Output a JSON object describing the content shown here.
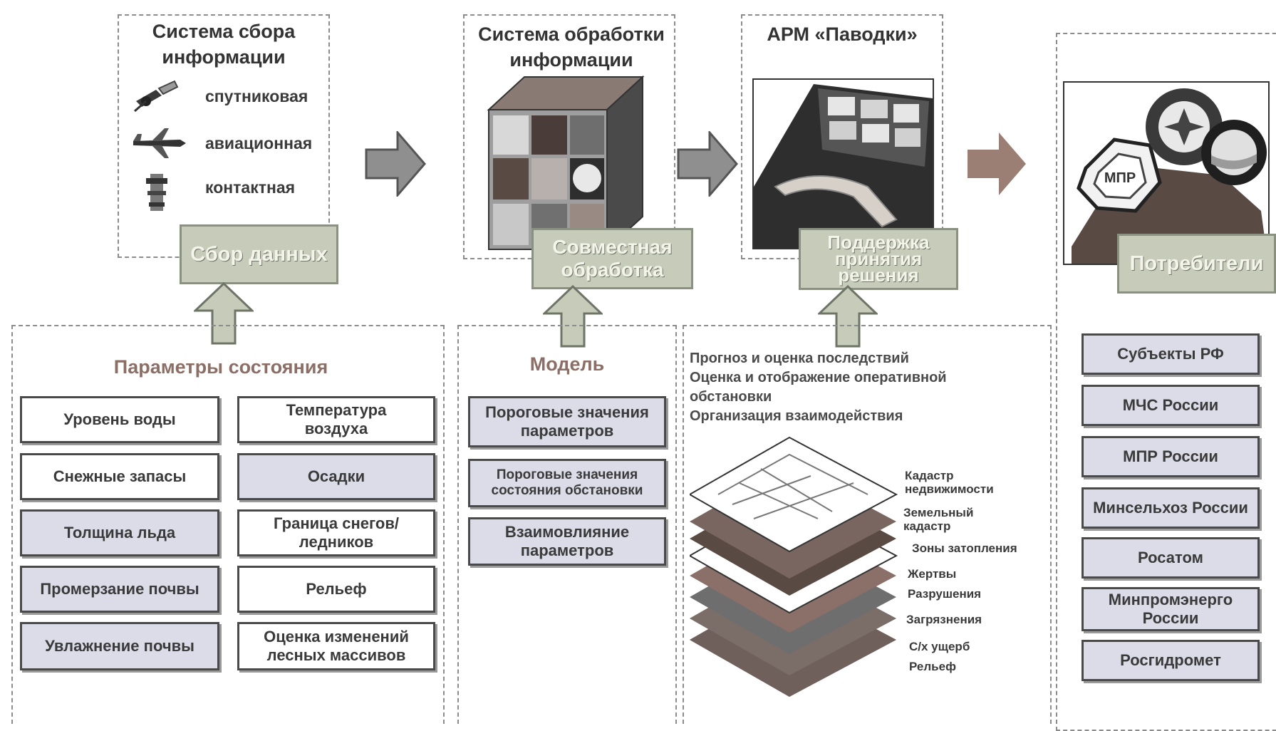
{
  "collect": {
    "title": "Система сбора информации",
    "sources": [
      {
        "label": "спутниковая",
        "icon": "satellite-icon"
      },
      {
        "label": "авиационная",
        "icon": "airplane-icon"
      },
      {
        "label": "контактная",
        "icon": "sensor-icon"
      }
    ],
    "badge": "Сбор данных"
  },
  "process": {
    "title": "Система обработки информации",
    "badge": "Совместная обработка"
  },
  "arm": {
    "title": "АРМ «Паводки»",
    "badge": "Поддержка принятия решения"
  },
  "consumers": {
    "badge": "Потребители",
    "logo_text": "МПР",
    "items": [
      "Субъекты РФ",
      "МЧС России",
      "МПР России",
      "Минсельхоз России",
      "Росатом",
      "Минпромэнерго России",
      "Росгидромет"
    ]
  },
  "params": {
    "title": "Параметры состояния",
    "left": [
      "Уровень воды",
      "Снежные запасы",
      "Толщина льда",
      "Промерзание почвы",
      "Увлажнение почвы"
    ],
    "right": [
      "Температура воздуха",
      "Осадки",
      "Граница снегов/ледников",
      "Рельеф",
      "Оценка изменений лесных массивов"
    ]
  },
  "model": {
    "title": "Модель",
    "items": [
      "Пороговые значения параметров",
      "Пороговые значения состояния обстановки",
      "Взаимовлияние параметров"
    ]
  },
  "tasks": {
    "lines": [
      "Прогноз и оценка последствий",
      "Оценка и отображение оперативной обстановки",
      "Организация взаимодействия"
    ],
    "layers": [
      "Кадастр недвижимости",
      "Земельный кадастр",
      "Зоны затопления",
      "Жертвы",
      "Разрушения",
      "Загрязнения",
      "С/х ущерб",
      "Рельеф"
    ]
  },
  "colors": {
    "accent_green": "#c6cbba",
    "box_purple": "#dcdce8",
    "section_brown": "#8b6f66",
    "arrow_gray": "#8f8f8f",
    "arrow_brown": "#9c7f74"
  }
}
